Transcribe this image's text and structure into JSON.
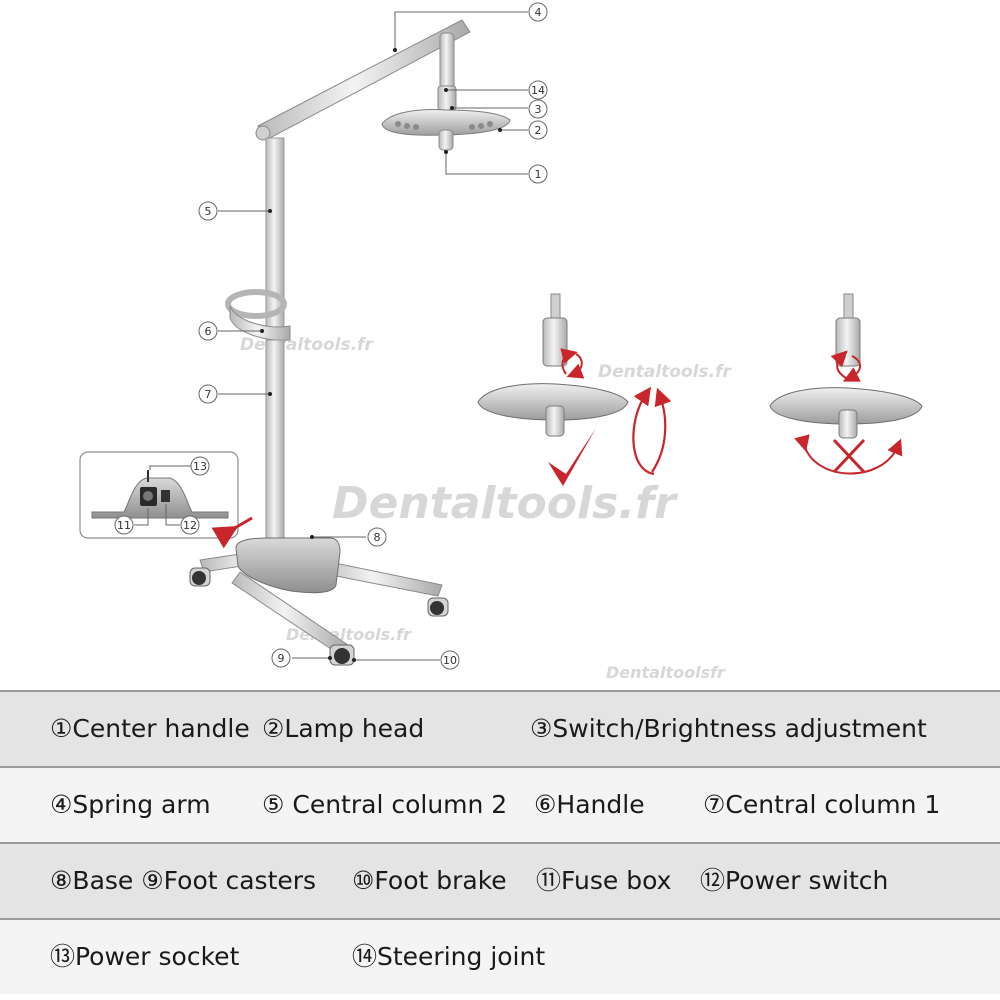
{
  "callouts": [
    "①",
    "②",
    "③",
    "④",
    "⑤",
    "⑥",
    "⑦",
    "⑧",
    "⑨",
    "⑩",
    "⑪",
    "⑫",
    "⑬",
    "⑭"
  ],
  "callout_numbers": [
    "1",
    "2",
    "3",
    "4",
    "5",
    "6",
    "7",
    "8",
    "9",
    "10",
    "11",
    "12",
    "13",
    "14"
  ],
  "watermark": "Dentaltools.fr",
  "watermark_small": "Dentaltoolsfr",
  "colors": {
    "arrow_red": "#c8262b",
    "metal": "#cfcfcf",
    "line": "#555555"
  },
  "legend": {
    "rows": [
      [
        "①Center handle",
        "②Lamp head",
        "③Switch/Brightness adjustment"
      ],
      [
        "④Spring arm",
        "⑤ Central column 2",
        "⑥Handle",
        "⑦Central column 1"
      ],
      [
        "⑧Base",
        "⑨Foot casters",
        "⑩Foot brake",
        "⑪Fuse box",
        "⑫Power switch"
      ],
      [
        "⑬Power socket",
        "⑭Steering joint"
      ]
    ]
  }
}
